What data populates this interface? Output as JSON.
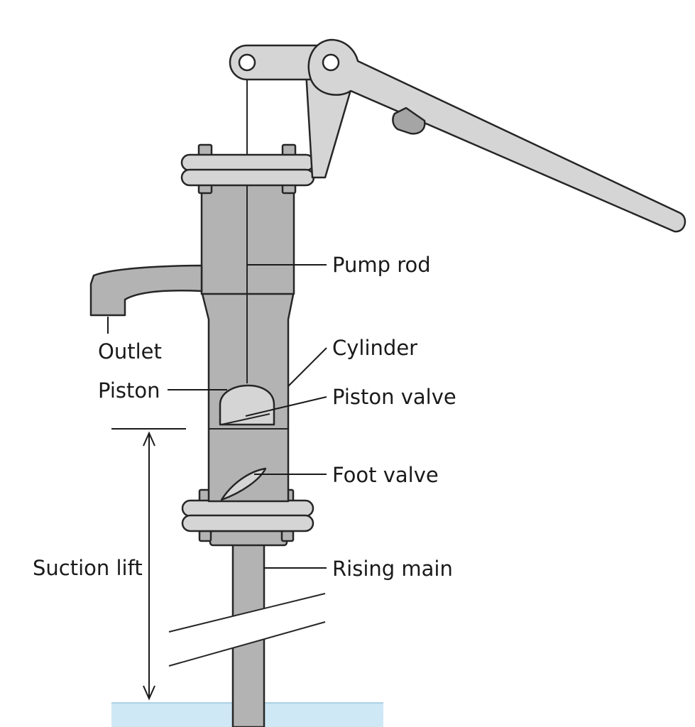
{
  "labels": {
    "pump_rod": "Pump rod",
    "cylinder": "Cylinder",
    "outlet": "Outlet",
    "piston": "Piston",
    "piston_valve": "Piston valve",
    "foot_valve": "Foot valve",
    "suction_lift": "Suction lift",
    "rising_main": "Rising main"
  },
  "colors": {
    "metal": "#b3b3b3",
    "metal_light": "#d5d5d5",
    "water": "#cfe8f6",
    "outline": "#262626"
  }
}
